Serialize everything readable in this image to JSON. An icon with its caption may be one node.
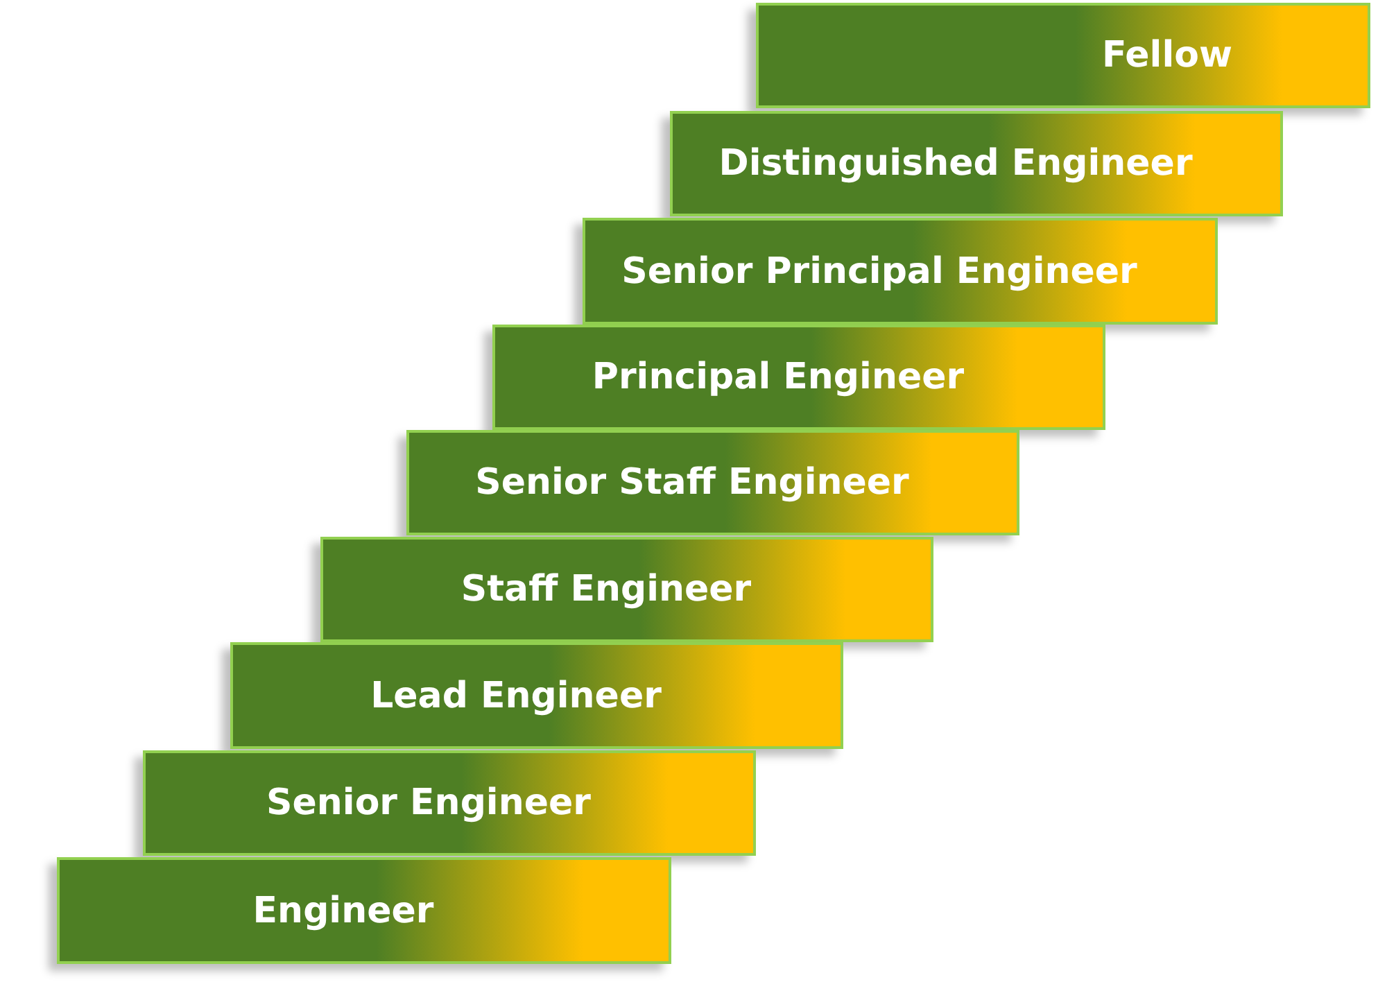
{
  "diagram": {
    "nodes": [
      {
        "text": [
          "Fellow"
        ]
      },
      {
        "text": [
          "Distinguished Engineer"
        ]
      },
      {
        "text": [
          "Senior Principal Engineer"
        ]
      },
      {
        "text": [
          "Principal Engineer"
        ]
      },
      {
        "text": [
          "Senior Staff Engineer"
        ]
      },
      {
        "text": [
          "Staff Engineer"
        ]
      },
      {
        "text": [
          "Lead Engineer"
        ]
      },
      {
        "text": [
          "Senior Engineer"
        ]
      },
      {
        "text": [
          "Engineer"
        ]
      }
    ]
  }
}
